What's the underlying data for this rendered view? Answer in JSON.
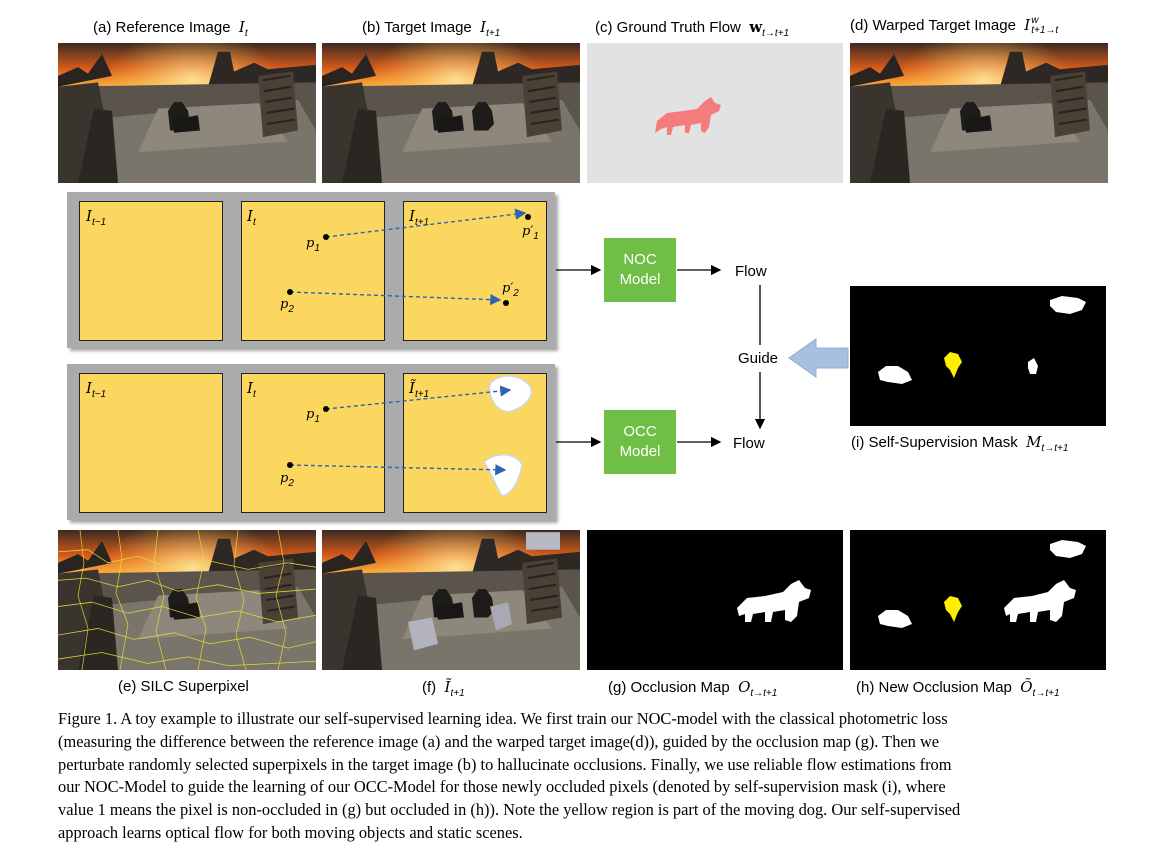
{
  "panels": {
    "a": {
      "text": "(a) Reference Image",
      "symbol": "I",
      "sub": "t"
    },
    "b": {
      "text": "(b) Target Image",
      "symbol": "I",
      "sub": "t+1"
    },
    "c": {
      "text": "(c) Ground Truth Flow",
      "symbol": "w",
      "sub": "t→t+1"
    },
    "d": {
      "text": "(d) Warped Target Image",
      "symbol": "I",
      "sup": "w",
      "sub": "t+1→t"
    },
    "e": {
      "text": "(e) SILC Superpixel"
    },
    "f": {
      "text": "(f)",
      "symbol": "Ĩ",
      "sub": "t+1"
    },
    "g": {
      "text": "(g) Occlusion Map",
      "symbol": "O",
      "sub": "t→t+1"
    },
    "h": {
      "text": "(h) New Occlusion Map",
      "symbol": "Õ",
      "sub": "t→t+1"
    },
    "i": {
      "text": "(i) Self-Supervision Mask",
      "symbol": "M",
      "sub": "t→t+1"
    }
  },
  "diagram": {
    "top_row": {
      "cells": [
        {
          "symbol": "I",
          "sub": "t−1"
        },
        {
          "symbol": "I",
          "sub": "t"
        },
        {
          "symbol": "I",
          "sub": "t+1"
        }
      ],
      "points": [
        "p",
        "p",
        "p′",
        "p′"
      ],
      "point_subs": [
        "1",
        "2",
        "1",
        "2"
      ]
    },
    "bottom_row": {
      "cells": [
        {
          "symbol": "I",
          "sub": "t−1"
        },
        {
          "symbol": "I",
          "sub": "t"
        },
        {
          "symbol": "Ĩ",
          "sub": "t+1"
        }
      ],
      "points": [
        "p",
        "p"
      ],
      "point_subs": [
        "1",
        "2"
      ]
    },
    "noc_model": "NOC\nModel",
    "occ_model": "OCC\nModel",
    "noc_line1": "NOC",
    "noc_line2": "Model",
    "occ_line1": "OCC",
    "occ_line2": "Model",
    "flow_top": "Flow",
    "flow_bottom": "Flow",
    "guide": "Guide"
  },
  "caption": [
    "Figure 1. A toy example to illustrate our self-supervised learning idea. We first train our NOC-model with the classical photometric loss",
    "(measuring the difference between the reference image (a) and the warped target image(d)), guided by the occlusion map (g). Then we",
    "perturbate randomly selected superpixels in the target image (b) to hallucinate occlusions. Finally, we use reliable flow estimations from",
    "our NOC-Model to guide the learning of our OCC-Model for those newly occluded pixels (denoted by self-supervision mask (i), where",
    "value 1 means the pixel is non-occluded in (g) but occluded in (h)). Note the yellow region is part of the moving dog. Our self-supervised",
    "approach learns optical flow for both moving objects and static scenes."
  ],
  "colors": {
    "green": "#6fbf47",
    "yellow_cell": "#fcd75f",
    "frame_gray": "#ababab",
    "flow_pink": "#f47c7c",
    "flow_bg": "#e2e2e2",
    "arrow_blue": "#2e64ad",
    "mask_yellow": "#ffee00"
  }
}
